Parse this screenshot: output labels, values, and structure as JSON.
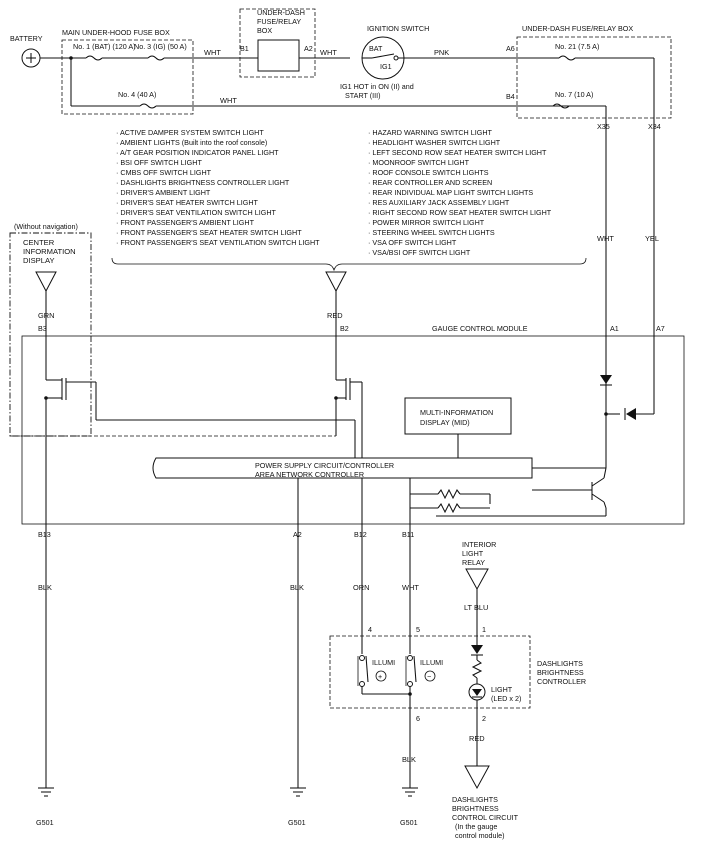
{
  "battery": {
    "label": "BATTERY"
  },
  "main_fuse_box": {
    "title": "MAIN UNDER-HOOD FUSE BOX",
    "fuse1": "No. 1 (BAT) (120 A)",
    "fuse3": "No. 3 (IG) (50 A)",
    "fuse4": "No. 4 (40 A)"
  },
  "under_dash_box": {
    "title_line1": "UNDER-DASH",
    "title_line2": "FUSE/RELAY",
    "title_line3": "BOX",
    "pin_b1": "B1",
    "pin_a2": "A2"
  },
  "ignition_switch": {
    "title": "IGNITION SWITCH",
    "bat": "BAT",
    "ig1": "IG1",
    "note_line1": "IG1 HOT in ON (II) and",
    "note_line2": "START (III)"
  },
  "under_dash_relay_box": {
    "title": "UNDER-DASH FUSE/RELAY BOX",
    "pin_a6": "A6",
    "pin_b4": "B4",
    "fuse21": "No. 21 (7.5 A)",
    "fuse7": "No. 7 (10 A)",
    "pin_x35": "X35",
    "pin_x34": "X34"
  },
  "wire_colors": {
    "wht": "WHT",
    "pnk": "PNK",
    "yel": "YEL",
    "grn": "GRN",
    "red": "RED",
    "blk": "BLK",
    "orn": "ORN",
    "lt_blu": "LT BLU"
  },
  "lights_list_left": [
    "· ACTIVE DAMPER SYSTEM SWITCH LIGHT",
    "· AMBIENT LIGHTS (Built into the roof console)",
    "· A/T GEAR POSITION INDICATOR PANEL LIGHT",
    "· BSI OFF SWITCH LIGHT",
    "· CMBS OFF SWITCH LIGHT",
    "· DASHLIGHTS BRIGHTNESS CONTROLLER LIGHT",
    "· DRIVER'S AMBIENT LIGHT",
    "· DRIVER'S SEAT HEATER SWITCH LIGHT",
    "· DRIVER'S SEAT VENTILATION SWITCH LIGHT",
    "· FRONT PASSENGER'S AMBIENT LIGHT",
    "· FRONT PASSENGER'S SEAT HEATER SWITCH LIGHT",
    "· FRONT PASSENGER'S SEAT VENTILATION SWITCH LIGHT"
  ],
  "lights_list_right": [
    "· HAZARD WARNING SWITCH LIGHT",
    "· HEADLIGHT WASHER SWITCH LIGHT",
    "· LEFT SECOND ROW SEAT HEATER SWITCH LIGHT",
    "· MOONROOF SWITCH LIGHT",
    "· ROOF CONSOLE SWITCH LIGHTS",
    "· REAR CONTROLLER AND SCREEN",
    "· REAR INDIVIDUAL MAP LIGHT SWITCH LIGHTS",
    "· RES AUXILIARY JACK ASSEMBLY LIGHT",
    "· RIGHT SECOND ROW SEAT HEATER SWITCH LIGHT",
    "· POWER MIRROR SWITCH LIGHT",
    "· STEERING WHEEL SWITCH LIGHTS",
    "· VSA OFF SWITCH LIGHT",
    "· VSA/BSI OFF SWITCH LIGHT"
  ],
  "cid": {
    "note": "(Without navigation)",
    "line1": "CENTER",
    "line2": "INFORMATION",
    "line3": "DISPLAY"
  },
  "gcm": {
    "title": "GAUGE CONTROL MODULE",
    "pin_b3": "B3",
    "pin_b2": "B2",
    "pin_a1": "A1",
    "pin_a7": "A7",
    "pin_b13": "B13",
    "pin_a2": "A2",
    "pin_b12": "B12",
    "pin_b11": "B11",
    "mid_line1": "MULTI-INFORMATION",
    "mid_line2": "DISPLAY (MID)",
    "psc_line1": "POWER SUPPLY CIRCUIT/CONTROLLER",
    "psc_line2": "AREA NETWORK CONTROLLER"
  },
  "relay": {
    "line1": "INTERIOR",
    "line2": "LIGHT",
    "line3": "RELAY"
  },
  "dbc": {
    "line1": "DASHLIGHTS",
    "line2": "BRIGHTNESS",
    "line3": "CONTROLLER",
    "pin4": "4",
    "pin5": "5",
    "pin1": "1",
    "pin6": "6",
    "pin2": "2",
    "illumi": "ILLUMI",
    "plus": "+",
    "minus": "−",
    "light_line1": "LIGHT",
    "light_line2": "(LED x 2)"
  },
  "dbcc": {
    "line1": "DASHLIGHTS",
    "line2": "BRIGHTNESS",
    "line3": "CONTROL CIRCUIT",
    "line4": "(In the gauge",
    "line5": "control module)"
  },
  "grounds": {
    "g1": "G501",
    "g2": "G501",
    "g3": "G501"
  }
}
